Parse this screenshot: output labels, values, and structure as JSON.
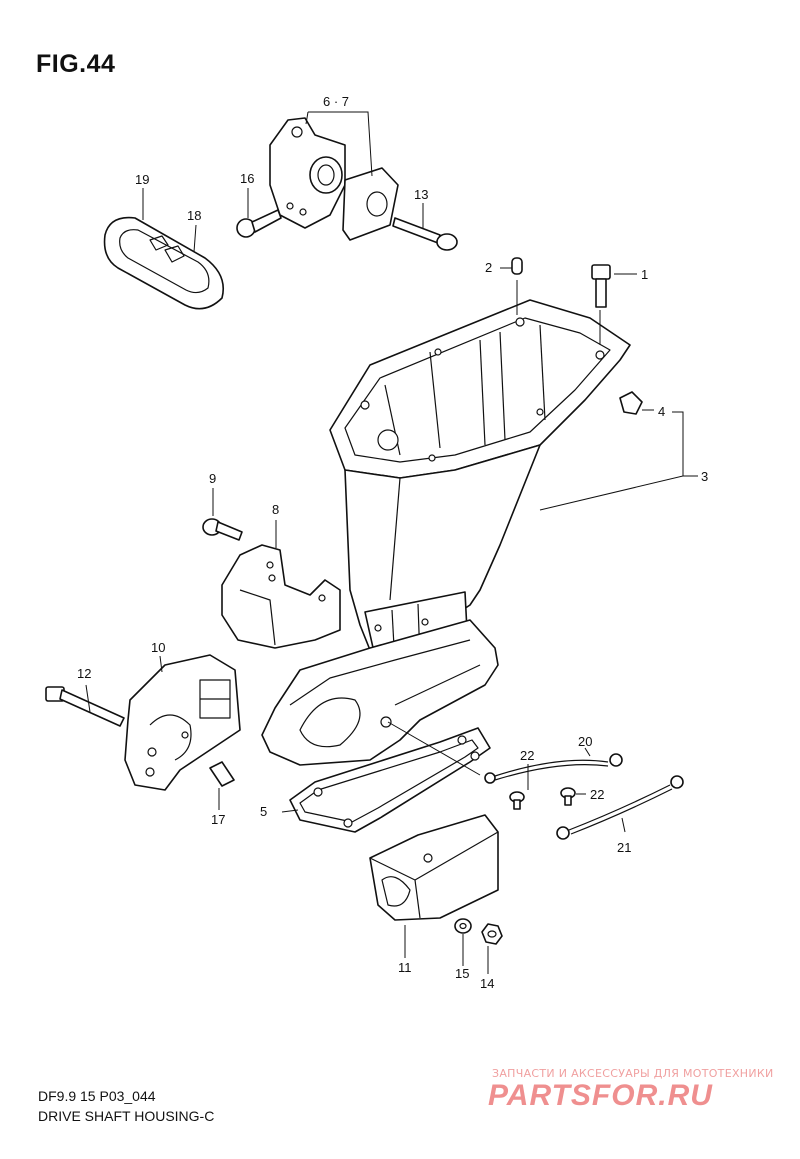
{
  "figure": {
    "title": "FIG.44",
    "code": "DF9.9 15 P03_044",
    "caption": "DRIVE SHAFT HOUSING-C"
  },
  "callouts": [
    "1",
    "2",
    "3",
    "4",
    "5",
    "6 · 7",
    "8",
    "9",
    "10",
    "11",
    "12",
    "13",
    "14",
    "15",
    "16",
    "17",
    "18",
    "19",
    "20",
    "21",
    "22",
    "22"
  ],
  "watermark": {
    "tagline": "ЗАПЧАСТИ И АКСЕССУАРЫ ДЛЯ МОТОТЕХНИКИ",
    "brand": "PARTSFOR.RU",
    "color": "#ef8f8f"
  }
}
